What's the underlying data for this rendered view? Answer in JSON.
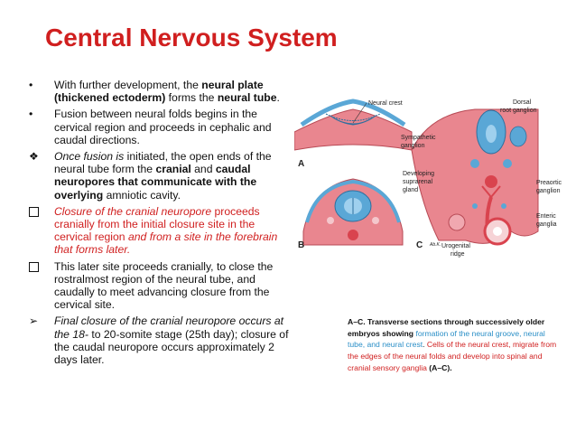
{
  "slide": {
    "title": "Central Nervous System"
  },
  "bullets": [
    {
      "marker": "•",
      "parts": [
        {
          "t": "With further development, the ",
          "s": ""
        },
        {
          "t": "neural plate (thickened ectoderm)",
          "s": "b"
        },
        {
          "t": " forms the ",
          "s": ""
        },
        {
          "t": "neural tube",
          "s": "b"
        },
        {
          "t": ".",
          "s": ""
        }
      ]
    },
    {
      "marker": "•",
      "parts": [
        {
          "t": " Fusion between neural folds begins in the cervical region and proceeds in cephalic and caudal directions.",
          "s": ""
        }
      ]
    },
    {
      "marker": "❖",
      "parts": [
        {
          "t": "Once fusion is",
          "s": "it"
        },
        {
          "t": " initiated, the open ends of the neural tube form the ",
          "s": ""
        },
        {
          "t": "cranial",
          "s": "b"
        },
        {
          "t": " and ",
          "s": ""
        },
        {
          "t": "caudal neuropores that communicate with the overlying",
          "s": "b"
        },
        {
          "t": " amniotic cavity.",
          "s": ""
        }
      ]
    },
    {
      "marker": "box",
      "parts": [
        {
          "t": "Closure of the cranial neuropore",
          "s": "red it"
        },
        {
          "t": " proceeds cranially from the initial closure site in the cervical region ",
          "s": "red"
        },
        {
          "t": "and from a site in the forebrain that forms later.",
          "s": "red it"
        }
      ]
    },
    {
      "marker": "box",
      "parts": [
        {
          "t": "This later site proceeds cranially, to close the rostralmost region of the neural tube, and caudally to meet advancing closure from the cervical  site.",
          "s": ""
        }
      ]
    },
    {
      "marker": "➢",
      "parts": [
        {
          "t": "  Final closure of the cranial neuropore occurs at the 18- ",
          "s": "it"
        },
        {
          "t": "to 20-somite stage (25th day); closure of the caudal neuropore occurs approximately 2 days later.",
          "s": ""
        }
      ]
    }
  ],
  "figure": {
    "labels": {
      "neural_crest": "Neural crest",
      "dorsal": "Dorsal",
      "root_ganglion": "root ganglion",
      "sympathetic": "Sympathetic",
      "ganglion": "ganglion",
      "developing": "Developing",
      "suprarenal": "suprarenal",
      "gland": "gland",
      "preaortic": "Preaortic",
      "ganglion2": "ganglion",
      "enteric": "Enteric",
      "ganglia": "ganglia",
      "urogenital": "Urogenital",
      "ridge": "ridge",
      "panel_a": "A",
      "panel_b": "B",
      "panel_c": "C",
      "signature": "Ab.K."
    }
  },
  "caption": {
    "parts": [
      {
        "t": "A–C. Transverse sections through successively older embryos showing ",
        "s": "b"
      },
      {
        "t": "formation of the neural groove, neural tube, and neural crest",
        "s": "cap-blue"
      },
      {
        "t": ". ",
        "s": ""
      },
      {
        "t": "Cells of the neural crest, migrate from the edges of the neural folds and develop into spinal and cranial sensory ganglia ",
        "s": "cap-red"
      },
      {
        "t": "(A–C).",
        "s": "b"
      }
    ]
  },
  "colors": {
    "accent_red": "#d01f1f",
    "caption_blue": "#2b8fc7",
    "tissue_pink": "#e9868f",
    "tissue_red": "#d9434e",
    "neural_blue": "#5aa7d6"
  }
}
